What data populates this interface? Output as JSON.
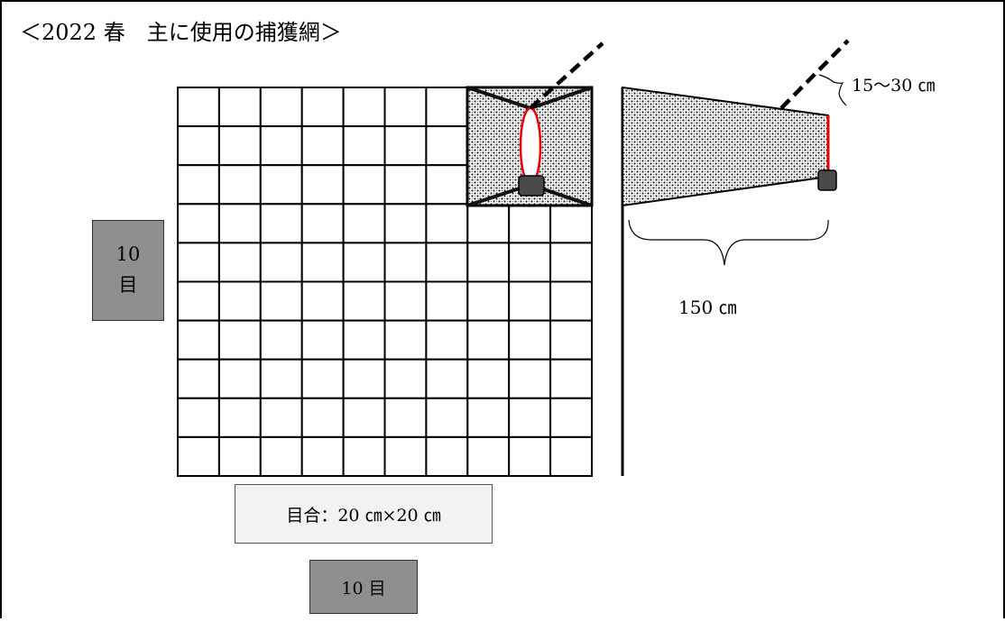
{
  "title": "＜2022 春　主に使用の捕獲網＞",
  "left_count": {
    "line1": "10",
    "line2": "目"
  },
  "mesh_size_label": "目合：20 ㎝×20 ㎝",
  "bottom_count_label": "10 目",
  "net_length_label": "150 ㎝",
  "ring_offset_label": "15～30 ㎝",
  "grid": {
    "columns": 10,
    "rows": 10
  },
  "colors": {
    "frame": "#000000",
    "ring": "#e8000b",
    "weight": "#4a4a4a",
    "count_box": "#8f8f8f",
    "label_box": "#f2f2f2"
  }
}
